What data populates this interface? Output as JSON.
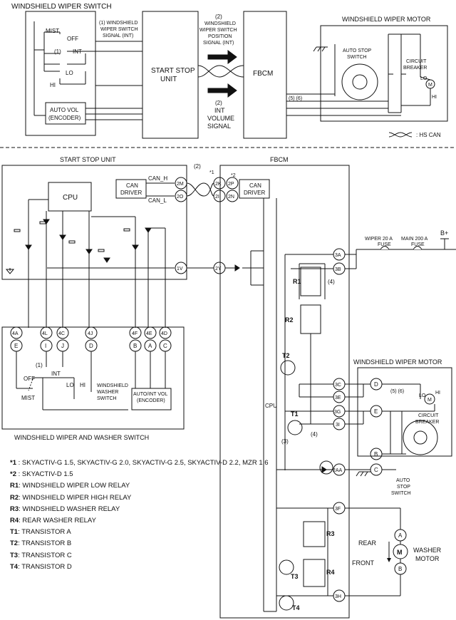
{
  "top": {
    "switch_title": "WINDSHIELD WIPER SWITCH",
    "mist": "MIST",
    "off": "OFF",
    "int": "INT",
    "lo": "LO",
    "hi": "HI",
    "marker1": "(1)",
    "auto_vol_1": "AUTO VOL",
    "auto_vol_2": "(ENCODER)",
    "sig1_lines": [
      "(1) WINDSHIELD",
      "WIPER SWITCH",
      "SIGNAL (INT)"
    ],
    "ssu_lines": [
      "START STOP",
      "UNIT"
    ],
    "sig2_lines": [
      "(2)",
      "WINDSHIELD",
      "WIPER SWITCH",
      "POSITION",
      "SIGNAL (INT)"
    ],
    "vol_lines": [
      "(2)",
      "INT",
      "VOLUME",
      "SIGNAL"
    ],
    "fbcm": "FBCM",
    "motor_title": "WINDSHIELD WIPER MOTOR",
    "auto_stop_lines": [
      "AUTO STOP",
      "SWITCH"
    ],
    "cb_lines": [
      "CIRCUIT",
      "BREAKER"
    ],
    "m_lo": "LO",
    "m_hi": "HI",
    "m_label": "M",
    "sig56": "(5) (6)",
    "hs_can": ": HS CAN"
  },
  "bottom": {
    "ssu_title": "START STOP UNIT",
    "fbcm_title": "FBCM",
    "cpu": "CPU",
    "can_driver_1": "CAN",
    "can_driver_2": "DRIVER",
    "can_h": "CAN_H",
    "can_l": "CAN_L",
    "marker2": "(2)",
    "star1": "*1",
    "star2": "*2",
    "pins_ssu": [
      "2M",
      "2O",
      "1V"
    ],
    "pins_fbcm_left": [
      "2K",
      "2I",
      "2Y"
    ],
    "pins_fbcm_star2": [
      "2P",
      "2N"
    ],
    "pins_right": [
      "3A",
      "3B",
      "3C",
      "3E",
      "3G",
      "3I",
      "2AA",
      "3F",
      "3H"
    ],
    "conn_top": [
      "4A",
      "4L",
      "4C",
      "4J",
      "4F",
      "4E",
      "4D"
    ],
    "conn_bot": [
      "E",
      "I",
      "J",
      "D",
      "B",
      "A",
      "C"
    ],
    "sw_off": "OFF",
    "sw_int": "INT",
    "sw_lo": "LO",
    "sw_hi": "HI",
    "sw_mist": "MIST",
    "sw_m1": "(1)",
    "washer_sw_lines": [
      "WINDSHIELD",
      "WASHER",
      "SWITCH"
    ],
    "auto_int_lines": [
      "AUTO/INT VOL",
      "(ENCODER)"
    ],
    "switch_title": "WINDSHIELD WIPER AND WASHER SWITCH",
    "wiper_fuse_lines": [
      "WIPER 20 A",
      "FUSE"
    ],
    "main_fuse_lines": [
      "MAIN 200 A",
      "FUSE"
    ],
    "bplus": "B+",
    "r1": "R1",
    "r2": "R2",
    "r3": "R3",
    "r4": "R4",
    "t1": "T1",
    "t2": "T2",
    "t3": "T3",
    "t4": "T4",
    "m3": "(3)",
    "m4a": "(4)",
    "m4b": "(4)",
    "fbcm_cpu": "CPU",
    "motor_title": "WINDSHIELD WIPER MOTOR",
    "motor_pins": [
      "D",
      "E",
      "B",
      "C"
    ],
    "m56": "(5) (6)",
    "m_lo": "LO",
    "m_hi": "HI",
    "m_label": "M",
    "cb_lines": [
      "CIRCUIT",
      "BREAKER"
    ],
    "auto_stop_lines": [
      "AUTO",
      "STOP",
      "SWITCH"
    ],
    "rear": "REAR",
    "front": "FRONT",
    "washer_motor_lines": [
      "WASHER",
      "MOTOR"
    ],
    "wm_pins": [
      "A",
      "B"
    ],
    "wm_m": "M"
  },
  "legend": [
    {
      "key": "*1",
      "text": " : SKYACTIV-G 1.5, SKYACTIV-G 2.0, SKYACTIV-G 2.5, SKYACTIV-D 2.2, MZR 1.6"
    },
    {
      "key": "*2",
      "text": " : SKYACTIV-D 1.5"
    },
    {
      "key": "R1",
      "text": ": WINDSHIELD WIPER LOW RELAY"
    },
    {
      "key": "R2",
      "text": ": WINDSHIELD WIPER HIGH RELAY"
    },
    {
      "key": "R3",
      "text": ": WINDSHIELD WASHER RELAY"
    },
    {
      "key": "R4",
      "text": ": REAR WASHER RELAY"
    },
    {
      "key": "T1",
      "text": ": TRANSISTOR A"
    },
    {
      "key": "T2",
      "text": ": TRANSISTOR B"
    },
    {
      "key": "T3",
      "text": ": TRANSISTOR C"
    },
    {
      "key": "T4",
      "text": ": TRANSISTOR D"
    }
  ]
}
